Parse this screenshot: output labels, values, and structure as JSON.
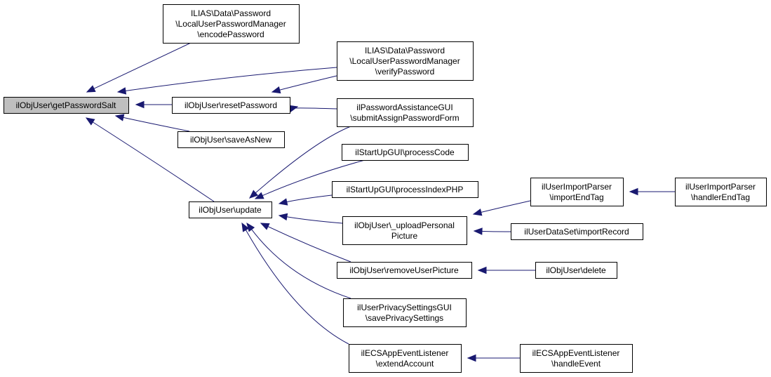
{
  "diagram": {
    "type": "caller-graph",
    "colors": {
      "edge": "#191970",
      "root_fill": "#bfbfbf",
      "node_fill": "#ffffff",
      "node_border": "#000000"
    },
    "nodes": [
      {
        "id": "getPasswordSalt",
        "lines": [
          "ilObjUser\\getPasswordSalt"
        ],
        "root": true
      },
      {
        "id": "encodePassword",
        "lines": [
          "ILIAS\\Data\\Password",
          "\\LocalUserPasswordManager",
          "\\encodePassword"
        ]
      },
      {
        "id": "verifyPassword",
        "lines": [
          "ILIAS\\Data\\Password",
          "\\LocalUserPasswordManager",
          "\\verifyPassword"
        ]
      },
      {
        "id": "resetPassword",
        "lines": [
          "ilObjUser\\resetPassword"
        ]
      },
      {
        "id": "submitAssignPasswordForm",
        "lines": [
          "ilPasswordAssistanceGUI",
          "\\submitAssignPasswordForm"
        ]
      },
      {
        "id": "saveAsNew",
        "lines": [
          "ilObjUser\\saveAsNew"
        ]
      },
      {
        "id": "update",
        "lines": [
          "ilObjUser\\update"
        ]
      },
      {
        "id": "processCode",
        "lines": [
          "ilStartUpGUI\\processCode"
        ]
      },
      {
        "id": "processIndexPHP",
        "lines": [
          "ilStartUpGUI\\processIndexPHP"
        ]
      },
      {
        "id": "uploadPersonalPicture",
        "lines": [
          "ilObjUser\\_uploadPersonal",
          "Picture"
        ]
      },
      {
        "id": "importEndTag",
        "lines": [
          "ilUserImportParser",
          "\\importEndTag"
        ]
      },
      {
        "id": "handlerEndTag",
        "lines": [
          "ilUserImportParser",
          "\\handlerEndTag"
        ]
      },
      {
        "id": "importRecord",
        "lines": [
          "ilUserDataSet\\importRecord"
        ]
      },
      {
        "id": "removeUserPicture",
        "lines": [
          "ilObjUser\\removeUserPicture"
        ]
      },
      {
        "id": "delete",
        "lines": [
          "ilObjUser\\delete"
        ]
      },
      {
        "id": "savePrivacySettings",
        "lines": [
          "ilUserPrivacySettingsGUI",
          "\\savePrivacySettings"
        ]
      },
      {
        "id": "extendAccount",
        "lines": [
          "ilECSAppEventListener",
          "\\extendAccount"
        ]
      },
      {
        "id": "handleEvent",
        "lines": [
          "ilECSAppEventListener",
          "\\handleEvent"
        ]
      }
    ],
    "edges": [
      {
        "from": "encodePassword",
        "to": "getPasswordSalt"
      },
      {
        "from": "verifyPassword",
        "to": "getPasswordSalt"
      },
      {
        "from": "resetPassword",
        "to": "getPasswordSalt"
      },
      {
        "from": "saveAsNew",
        "to": "getPasswordSalt"
      },
      {
        "from": "update",
        "to": "getPasswordSalt"
      },
      {
        "from": "verifyPassword",
        "to": "resetPassword"
      },
      {
        "from": "submitAssignPasswordForm",
        "to": "resetPassword"
      },
      {
        "from": "submitAssignPasswordForm",
        "to": "update"
      },
      {
        "from": "processCode",
        "to": "update"
      },
      {
        "from": "processIndexPHP",
        "to": "update"
      },
      {
        "from": "uploadPersonalPicture",
        "to": "update"
      },
      {
        "from": "removeUserPicture",
        "to": "update"
      },
      {
        "from": "savePrivacySettings",
        "to": "update"
      },
      {
        "from": "extendAccount",
        "to": "update"
      },
      {
        "from": "importEndTag",
        "to": "uploadPersonalPicture"
      },
      {
        "from": "importRecord",
        "to": "uploadPersonalPicture"
      },
      {
        "from": "handlerEndTag",
        "to": "importEndTag"
      },
      {
        "from": "delete",
        "to": "removeUserPicture"
      },
      {
        "from": "handleEvent",
        "to": "extendAccount"
      }
    ]
  }
}
